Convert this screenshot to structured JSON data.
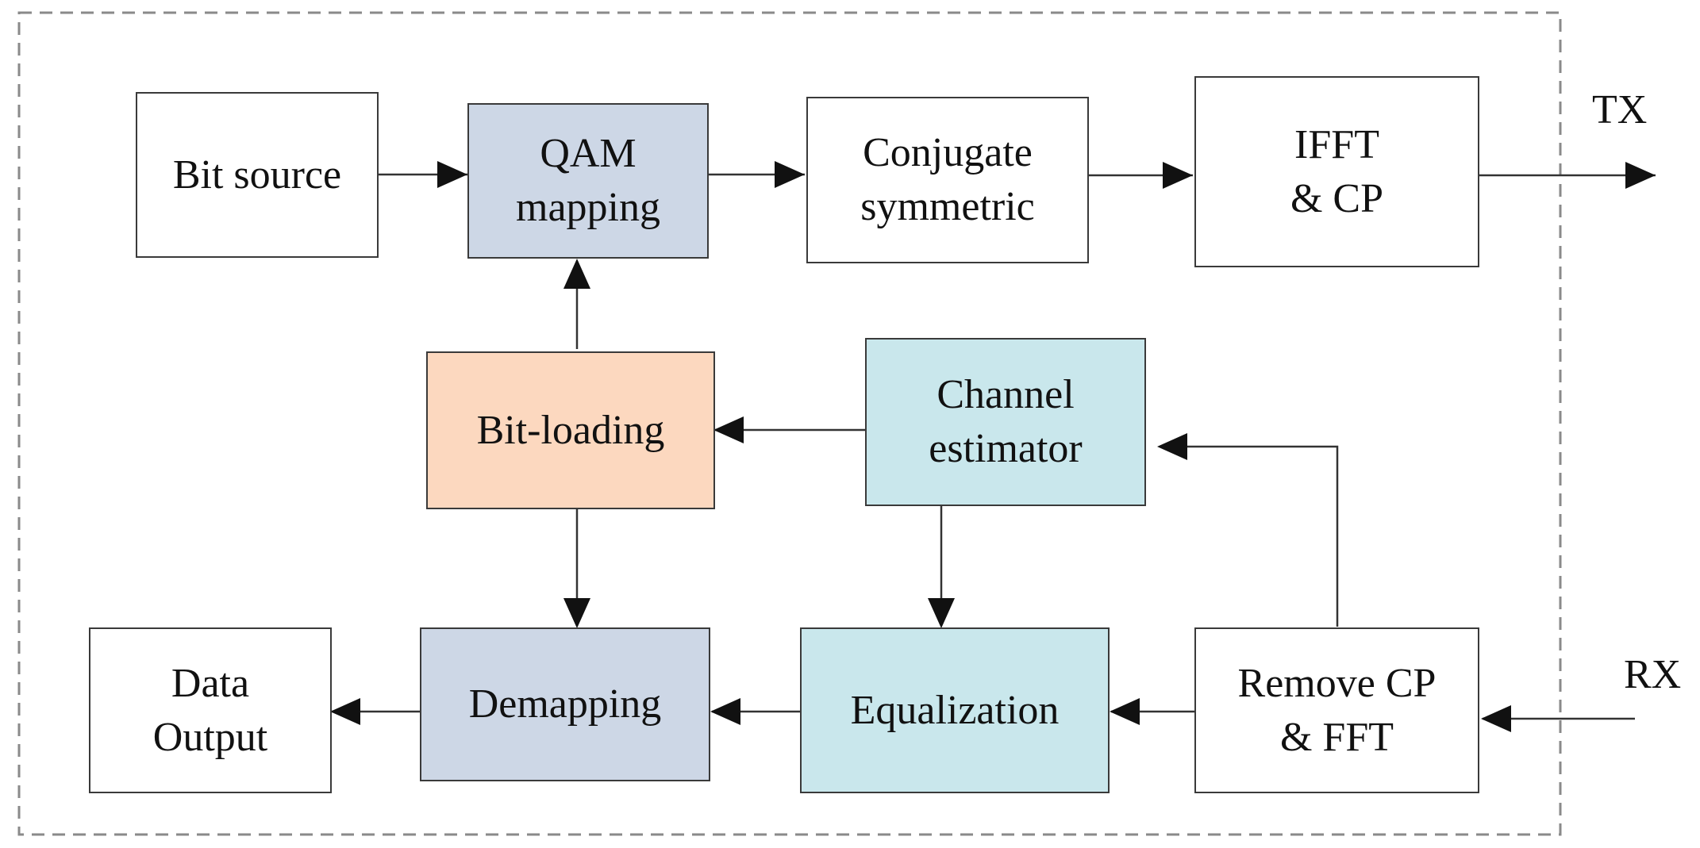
{
  "colors": {
    "plain": "#ffffff",
    "mapping": "#cdd7e6",
    "bitloading": "#fcd8bf",
    "channel": "#c9e7ec",
    "line": "#333333",
    "frame": "#8a8a8a"
  },
  "blocks": {
    "bit_source": {
      "lines": [
        "Bit source"
      ]
    },
    "qam_mapping": {
      "lines": [
        "QAM",
        "mapping"
      ]
    },
    "conjugate_symmetric": {
      "lines": [
        "Conjugate",
        "symmetric"
      ]
    },
    "ifft_cp": {
      "lines": [
        "IFFT",
        "& CP"
      ]
    },
    "bit_loading": {
      "lines": [
        "Bit-loading"
      ]
    },
    "channel_estimator": {
      "lines": [
        "Channel",
        "estimator"
      ]
    },
    "data_output": {
      "lines": [
        "Data",
        "Output"
      ]
    },
    "demapping": {
      "lines": [
        "Demapping"
      ]
    },
    "equalization": {
      "lines": [
        "Equalization"
      ]
    },
    "remove_cp_fft": {
      "lines": [
        "Remove CP",
        "& FFT"
      ]
    }
  },
  "labels": {
    "tx": "TX",
    "rx": "RX"
  }
}
